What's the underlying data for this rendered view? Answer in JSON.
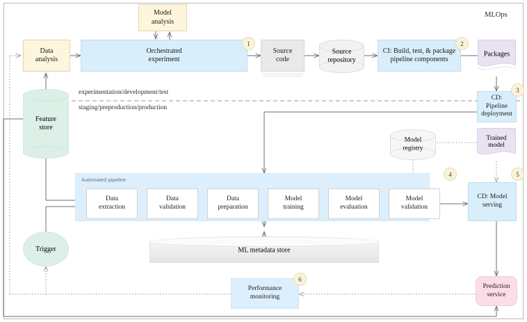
{
  "diagram": {
    "title": "MLOps",
    "env_labels": {
      "top": "experimentation/development/test",
      "bottom": "staging/preproduction/production"
    },
    "pipeline_container_label": "Automated pipeline",
    "badges": [
      "1",
      "2",
      "3",
      "4",
      "5",
      "6"
    ],
    "nodes": {
      "model_analysis": "Model\nanalysis",
      "data_analysis": "Data\nanalysis",
      "orchestrated_experiment": "Orchestrated\nexperiment",
      "source_code": "Source\ncode",
      "source_repository": "Source\nrepository",
      "ci_build": "CI: Build, test, & package\npipeline components",
      "packages": "Packages",
      "cd_pipeline_deployment": "CD: Pipeline\ndeployment",
      "feature_store": "Feature\nstore",
      "model_registry": "Model\nregistry",
      "trained_model": "Trained\nmodel",
      "data_extraction": "Data\nextraction",
      "data_validation": "Data\nvalidation",
      "data_preparation": "Data\npreparation",
      "model_training": "Model\ntraining",
      "model_evaluation": "Model\nevaluation",
      "model_validation": "Model\nvalidation",
      "cd_model_serving": "CD: Model\nserving",
      "ml_metadata_store": "ML metadata store",
      "trigger": "Trigger",
      "performance_monitoring": "Performance\nmonitoring",
      "prediction_service": "Prediction\nservice"
    },
    "colors": {
      "yellow": "#fdf6dd",
      "blue": "#d9eefb",
      "gray": "#e9e9e9",
      "purple": "#e9e2f2",
      "pink": "#fbdde8",
      "mint": "#ddf0e8",
      "badge": "#fbf3d9"
    }
  }
}
